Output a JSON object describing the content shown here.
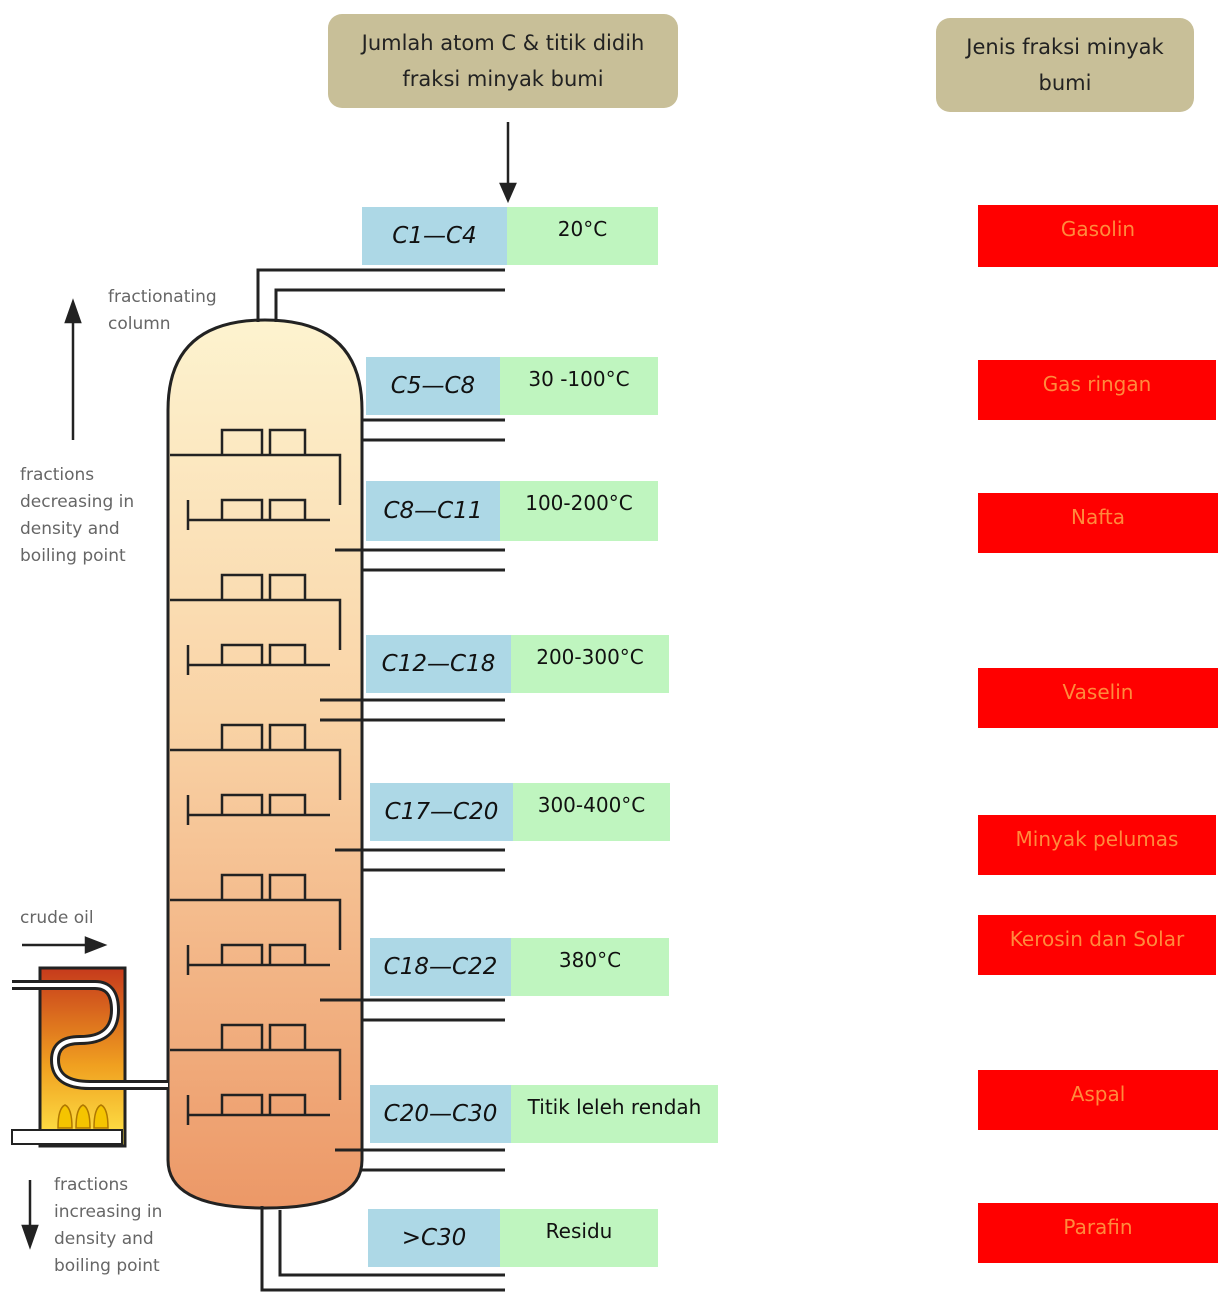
{
  "headers": {
    "left_line1": "Jumlah atom C & titik didih",
    "left_line2": "fraksi minyak bumi",
    "right_line1": "Jenis fraksi minyak",
    "right_line2": "bumi"
  },
  "column_labels": {
    "fractionating_1": "fractionating",
    "fractionating_2": "column",
    "decreasing_1": "fractions",
    "decreasing_2": "decreasing in",
    "decreasing_3": "density and",
    "decreasing_4": "boiling point",
    "crude_oil": "crude oil",
    "increasing_1": "fractions",
    "increasing_2": "increasing in",
    "increasing_3": "density and",
    "increasing_4": "boiling point"
  },
  "fractions": [
    {
      "carbon": "C1—C4",
      "temp": "20°C"
    },
    {
      "carbon": "C5—C8",
      "temp": "30 -100°C"
    },
    {
      "carbon": "C8—C11",
      "temp": "100-200°C"
    },
    {
      "carbon": "C12—C18",
      "temp": "200-300°C"
    },
    {
      "carbon": "C17—C20",
      "temp": "300-400°C"
    },
    {
      "carbon": "C18—C22",
      "temp": "380°C"
    },
    {
      "carbon": "C20—C30",
      "temp": "Titik leleh rendah"
    },
    {
      "carbon": ">C30",
      "temp": "Residu"
    }
  ],
  "fraction_types": [
    "Gasolin",
    "Gas ringan",
    "Nafta",
    "Vaselin",
    "Minyak pelumas",
    "Kerosin dan Solar",
    "Aspal",
    "Parafin"
  ],
  "colors": {
    "header_bg": "#c8bf98",
    "carbon_bg": "#add8e6",
    "temp_bg": "#bff5bf",
    "type_bg": "#ff0000",
    "type_text": "#ff8a3c"
  }
}
